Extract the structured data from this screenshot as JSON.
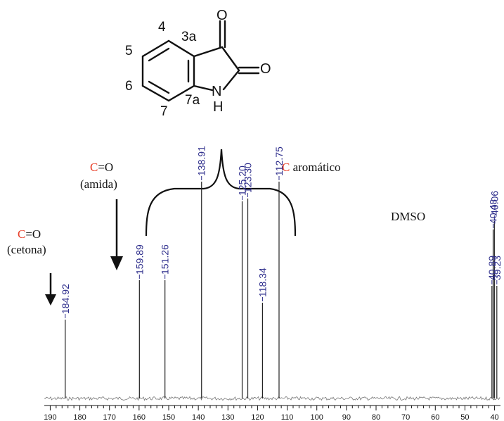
{
  "chart_data": {
    "type": "line",
    "xlim": [
      192,
      38
    ],
    "axis_ticks": [
      190,
      180,
      170,
      160,
      150,
      140,
      130,
      120,
      110,
      100,
      90,
      80,
      70,
      60,
      50,
      40
    ],
    "peaks": [
      {
        "x": 184.92,
        "height": 0.28,
        "label": "184.92"
      },
      {
        "x": 159.89,
        "height": 0.42,
        "label": "159.89"
      },
      {
        "x": 151.26,
        "height": 0.42,
        "label": "151.26"
      },
      {
        "x": 138.91,
        "height": 0.77,
        "label": "138.91"
      },
      {
        "x": 125.2,
        "height": 0.7,
        "label": "125.20"
      },
      {
        "x": 123.3,
        "height": 0.71,
        "label": "123.30"
      },
      {
        "x": 118.34,
        "height": 0.34,
        "label": "118.34"
      },
      {
        "x": 112.75,
        "height": 0.77,
        "label": "112.75"
      },
      {
        "x": 40.89,
        "height": 0.4,
        "label": "40.89"
      },
      {
        "x": 40.48,
        "height": 0.6,
        "label": "40.48"
      },
      {
        "x": 40.06,
        "height": 0.63,
        "label": "40.06"
      },
      {
        "x": 39.23,
        "height": 0.4,
        "label": "39.23"
      }
    ],
    "annotations": {
      "cetona": {
        "atom": "C",
        "rest": "=O",
        "sub": "(cetona)"
      },
      "amida": {
        "atom": "C",
        "rest": "=O",
        "sub": "(amida)"
      },
      "aromatico": {
        "atom": "C",
        "rest": " aromático"
      },
      "solvent": "DMSO"
    }
  },
  "molecule": {
    "labels": {
      "c4": "4",
      "c5": "5",
      "c6": "6",
      "c7": "7",
      "c3a": "3a",
      "c7a": "7a",
      "o1": "O",
      "o2": "O",
      "n": "N",
      "h": "H"
    }
  },
  "colors": {
    "peak_label": "#2e2e8c",
    "highlight": "#e8402a",
    "ink": "#111111"
  }
}
